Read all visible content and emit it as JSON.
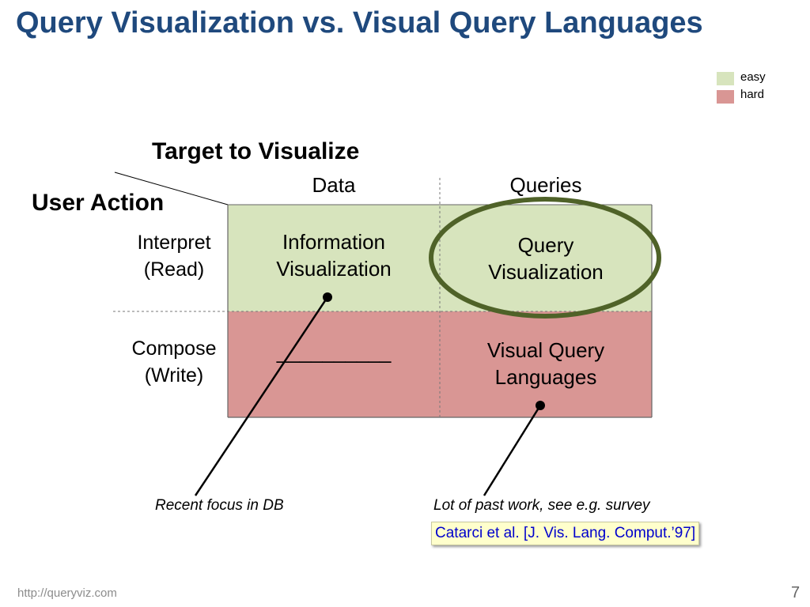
{
  "title": "Query Visualization vs. Visual Query Languages",
  "legend": [
    {
      "label": "easy",
      "color": "#d7e4bd"
    },
    {
      "label": "hard",
      "color": "#d99694"
    }
  ],
  "diagram": {
    "column_heading": "Target to Visualize",
    "row_heading": "User Action",
    "columns": [
      "Data",
      "Queries"
    ],
    "rows": [
      "Interpret\n(Read)",
      "Compose\n(Write)"
    ],
    "cells": [
      [
        "Information\nVisualization",
        "Query\nVisualization"
      ],
      [
        "__________",
        "Visual Query\nLanguages"
      ]
    ],
    "colors": {
      "easy": "#d7e4bd",
      "hard": "#d99694",
      "highlight_ring": "#4f6228"
    }
  },
  "annotations": {
    "left": "Recent focus in DB",
    "right": "Lot of past work, see e.g. survey",
    "reference": "Catarci et al. [J. Vis. Lang. Comput.’97]"
  },
  "footer": {
    "url": "http://queryviz.com",
    "page": "7"
  }
}
